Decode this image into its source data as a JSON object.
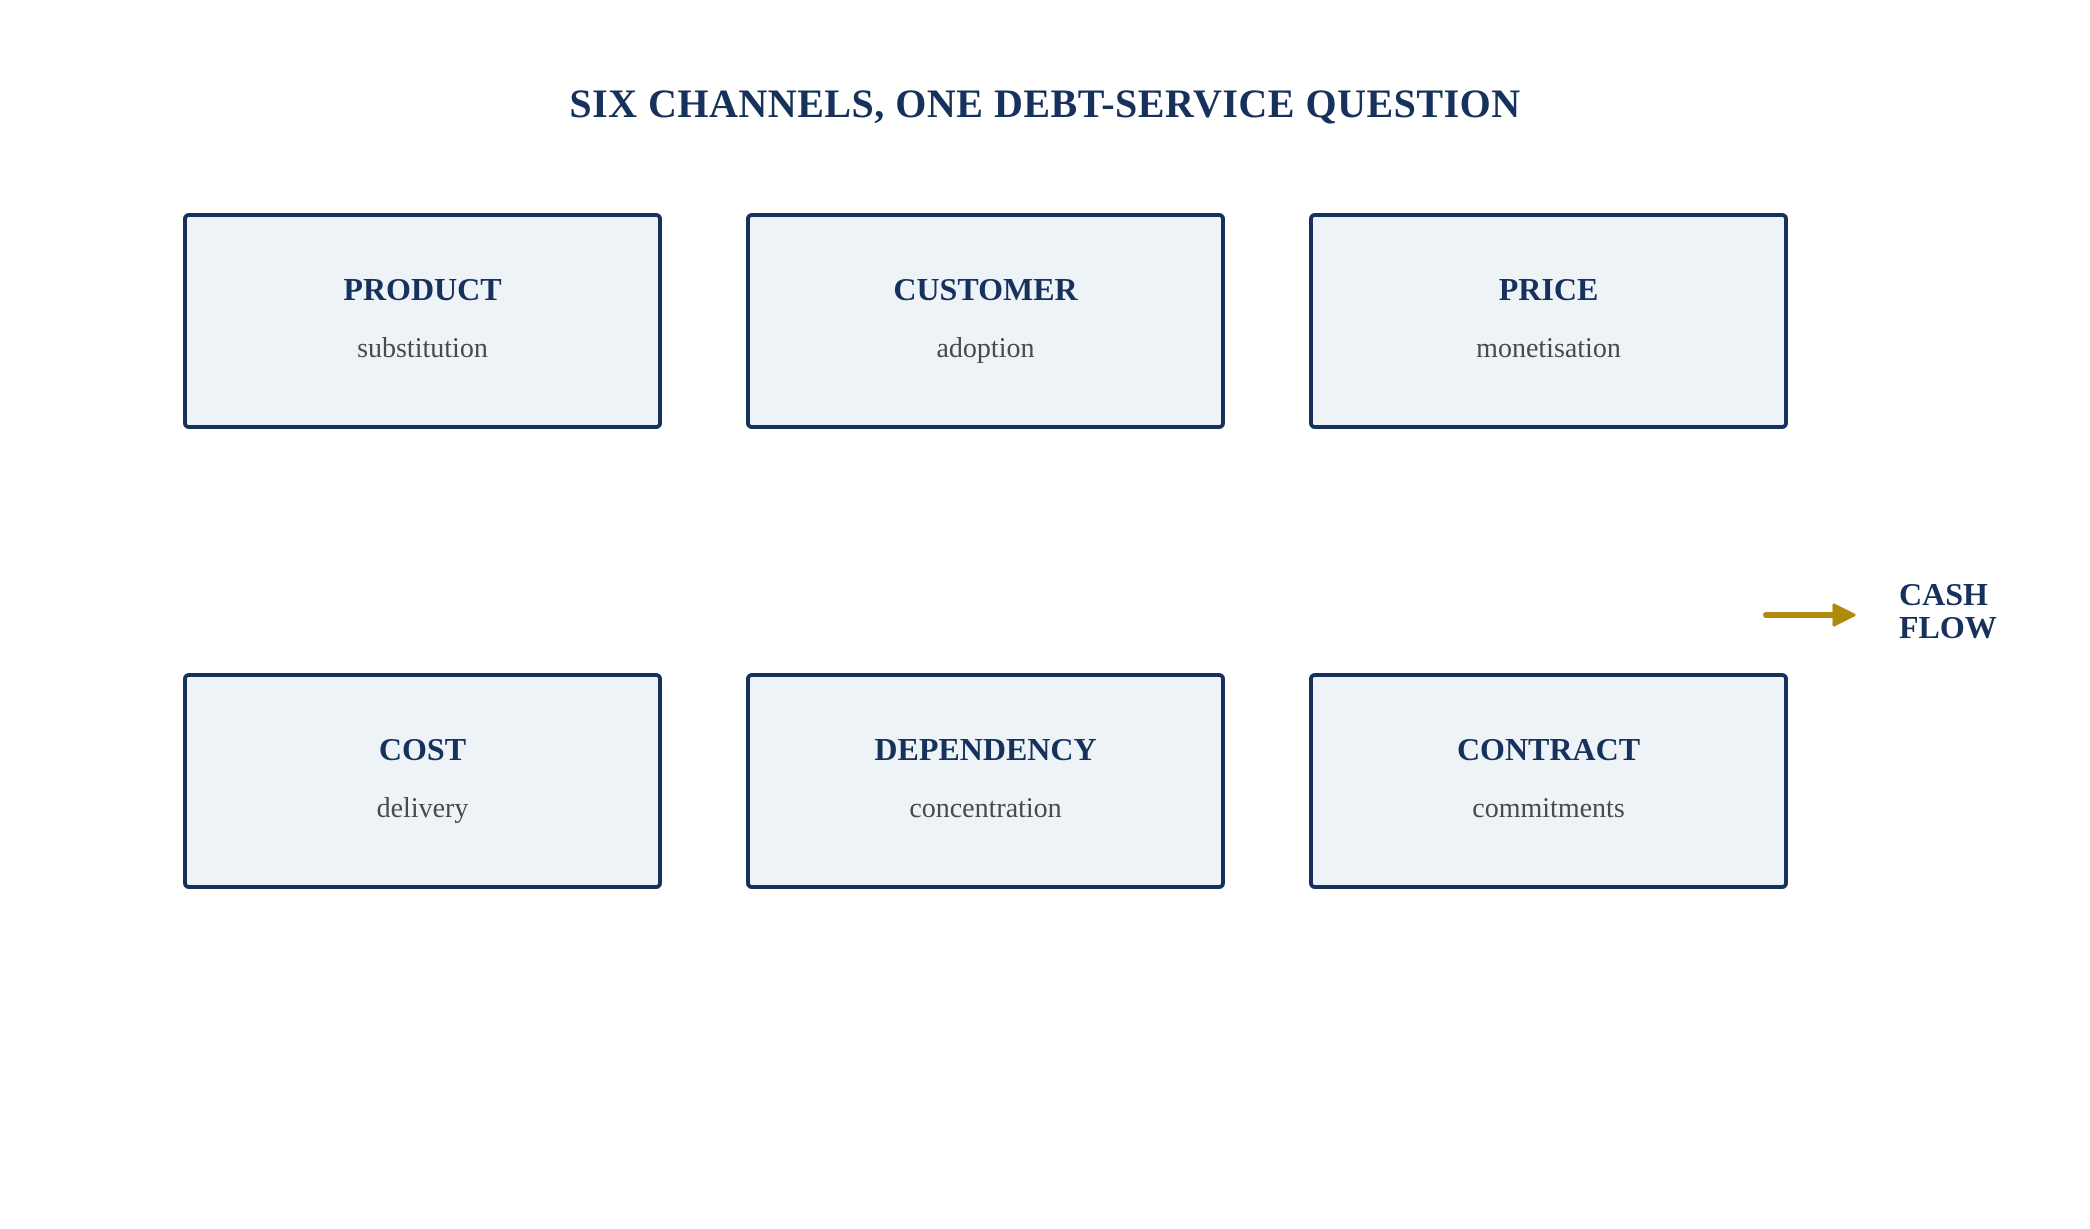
{
  "title": "SIX CHANNELS, ONE DEBT-SERVICE QUESTION",
  "channels": [
    {
      "name": "PRODUCT",
      "sub": "substitution"
    },
    {
      "name": "CUSTOMER",
      "sub": "adoption"
    },
    {
      "name": "PRICE",
      "sub": "monetisation"
    },
    {
      "name": "COST",
      "sub": "delivery"
    },
    {
      "name": "DEPENDENCY",
      "sub": "concentration"
    },
    {
      "name": "CONTRACT",
      "sub": "commitments"
    }
  ],
  "output": {
    "line1": "CASH",
    "line2": "FLOW"
  },
  "colors": {
    "navy": "#16325c",
    "box_fill": "#eef3f8",
    "arrow": "#b08a0e",
    "subtext": "#4a4a4a"
  }
}
